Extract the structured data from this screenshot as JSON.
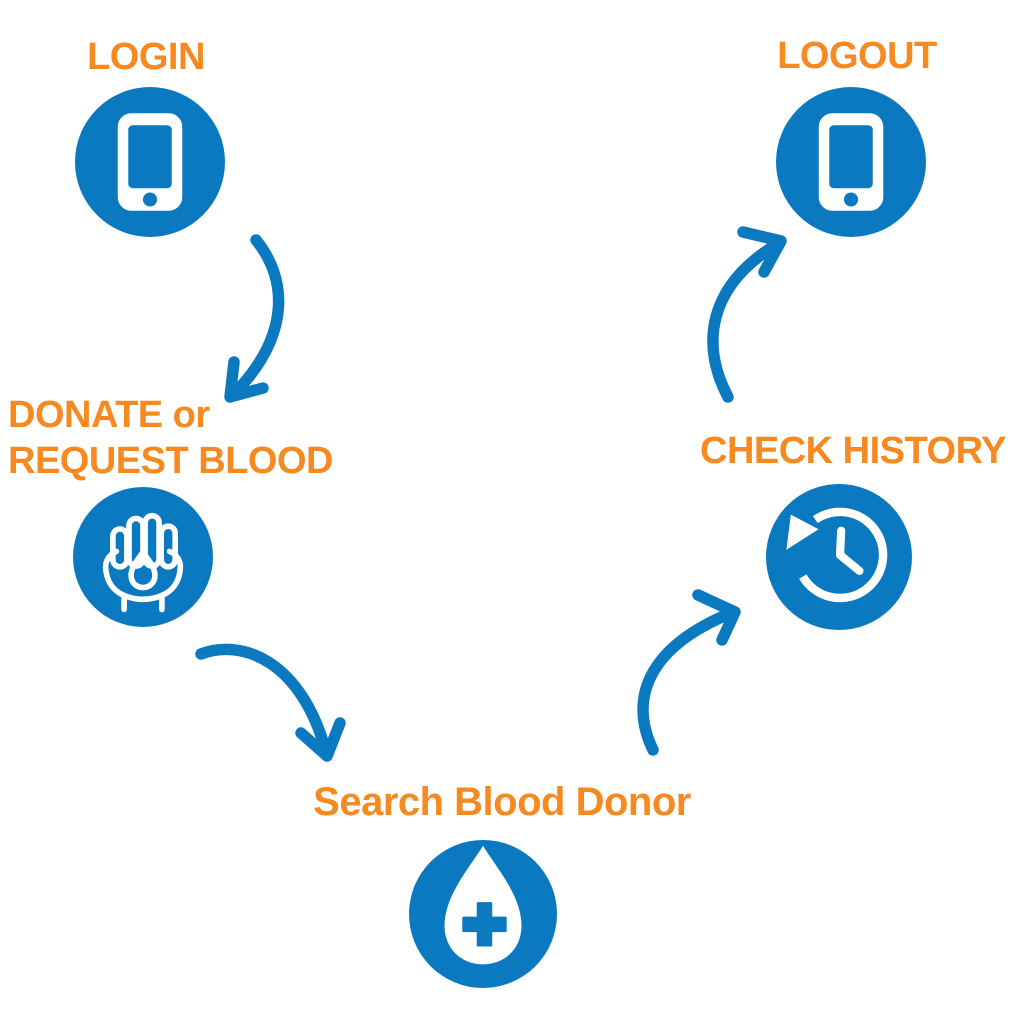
{
  "colors": {
    "primary_blue": "#0b79c0",
    "accent_orange": "#f6891f",
    "background": "#ffffff"
  },
  "nodes": [
    {
      "id": "login",
      "label": "LOGIN",
      "icon": "smartphone-icon"
    },
    {
      "id": "donate-request",
      "label_line1": "DONATE or",
      "label_line2": "REQUEST BLOOD",
      "icon": "hand-blood-drop-icon"
    },
    {
      "id": "search-donor",
      "label": "Search Blood Donor",
      "icon": "blood-drop-cross-icon"
    },
    {
      "id": "check-history",
      "label": "CHECK HISTORY",
      "icon": "history-clock-icon"
    },
    {
      "id": "logout",
      "label": "LOGOUT",
      "icon": "smartphone-icon"
    }
  ],
  "flow": [
    {
      "from": "LOGIN",
      "to": "DONATE or REQUEST BLOOD"
    },
    {
      "from": "DONATE or REQUEST BLOOD",
      "to": "Search Blood Donor"
    },
    {
      "from": "Search Blood Donor",
      "to": "CHECK HISTORY"
    },
    {
      "from": "CHECK HISTORY",
      "to": "LOGOUT"
    }
  ]
}
